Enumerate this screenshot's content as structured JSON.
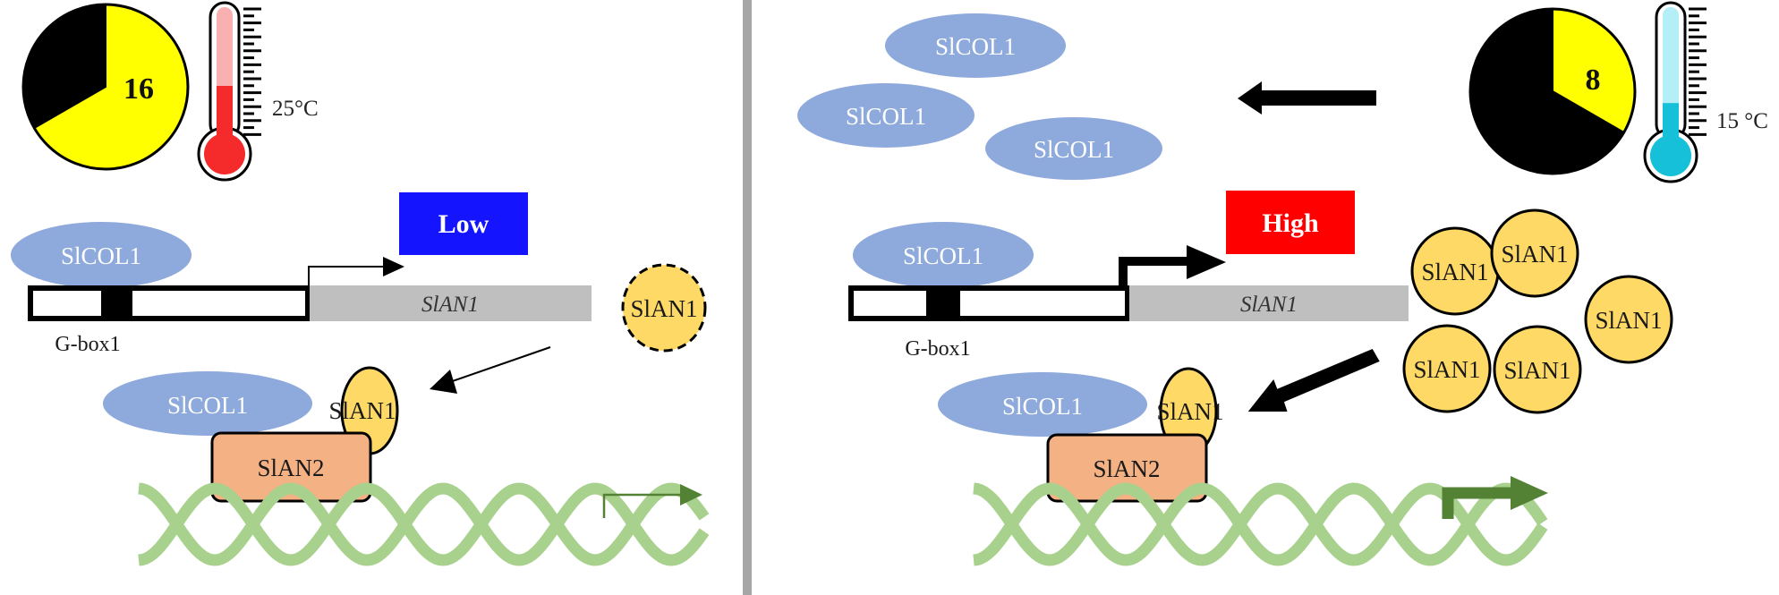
{
  "colors": {
    "col1_fill": "#8EA9DB",
    "an1_fill": "#FFD966",
    "an2_fill": "#F4B183",
    "gene_fill": "#BFBFBF",
    "dna_light": "#A9D18E",
    "dna_dark": "#548235",
    "divider": "#A6A6A6",
    "low_box": "#1414FF",
    "high_box": "#FF0000",
    "day_fill": "#FFFF00",
    "night_fill": "#000000",
    "warm_thermo_light": "#F8B0B0",
    "warm_thermo_dark": "#F52A2A",
    "cold_thermo_light": "#B4EEF6",
    "cold_thermo_dark": "#16C0D8"
  },
  "left_panel": {
    "photoperiod": {
      "light_hours": 16,
      "total_hours": 24,
      "label": "16"
    },
    "temperature": {
      "label": "25°C",
      "fill_fraction": 0.45
    },
    "promoter": {
      "protein_label": "SlCOL1",
      "gbox_label": "G-box1",
      "gene_label": "SlAN1"
    },
    "expression_level": "Low",
    "free_an1": {
      "label": "SlAN1",
      "dashed": true
    },
    "complex": {
      "col1": "SlCOL1",
      "an1": "SlAN1",
      "an2": "SlAN2"
    }
  },
  "right_panel": {
    "photoperiod": {
      "light_hours": 8,
      "total_hours": 24,
      "label": "8"
    },
    "temperature": {
      "label": "15 °C",
      "fill_fraction": 0.33
    },
    "free_col1": [
      "SlCOL1",
      "SlCOL1",
      "SlCOL1"
    ],
    "promoter": {
      "protein_label": "SlCOL1",
      "gbox_label": "G-box1",
      "gene_label": "SlAN1"
    },
    "expression_level": "High",
    "free_an1": [
      "SlAN1",
      "SlAN1",
      "SlAN1",
      "SlAN1",
      "SlAN1"
    ],
    "complex": {
      "col1": "SlCOL1",
      "an1": "SlAN1",
      "an2": "SlAN2"
    }
  }
}
